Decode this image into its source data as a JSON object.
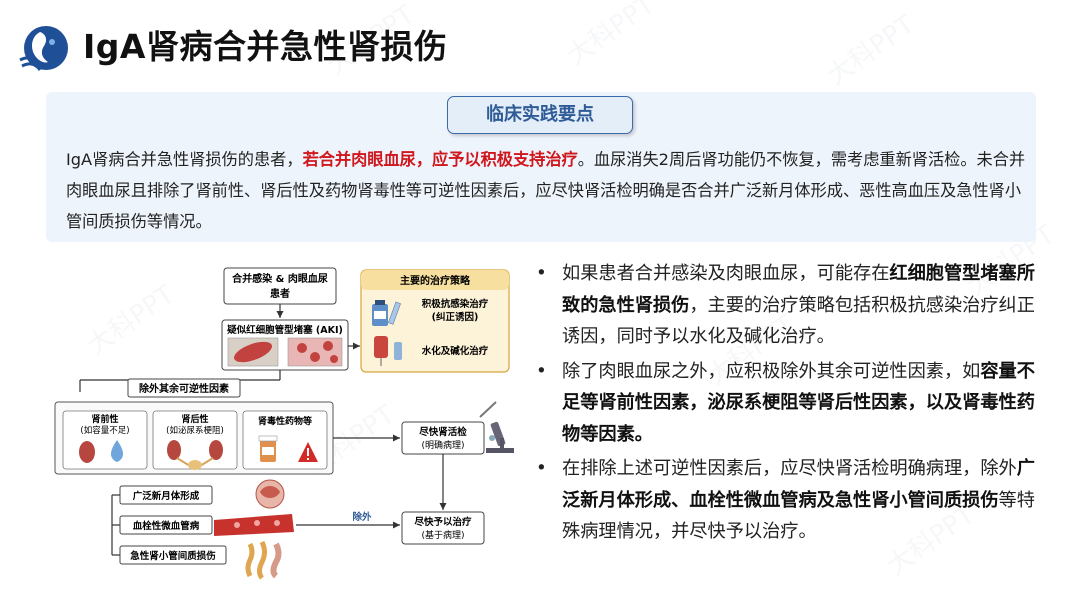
{
  "title": "IgA肾病合并急性肾损伤",
  "panel": {
    "heading": "临床实践要点",
    "text_pre": "IgA肾病合并急性肾损伤的患者，",
    "text_red": "若合并肉眼血尿，应予以积极支持治疗",
    "text_post": "。血尿消失2周后肾功能仍不恢复，需考虑重新肾活检。未合并肉眼血尿且排除了肾前性、肾后性及药物肾毒性等可逆性因素后，应尽快肾活检明确是否合并广泛新月体形成、恶性高血压及急性肾小管间质损伤等情况。"
  },
  "bullets": [
    {
      "pre": "如果患者合并感染及肉眼血尿，可能存在",
      "bold": "红细胞管型堵塞所致的急性肾损伤",
      "post": "，主要的治疗策略包括积极抗感染治疗纠正诱因，同时予以水化及碱化治疗。"
    },
    {
      "pre": "除了肉眼血尿之外，应积极除外其余可逆性因素，如",
      "bold": "容量不足等肾前性因素，泌尿系梗阻等肾后性因素，以及肾毒性药物等因素。",
      "post": ""
    },
    {
      "pre": "在排除上述可逆性因素后，应尽快肾活检明确病理，除外",
      "bold": "广泛新月体形成、血栓性微血管病及急性肾小管间质损伤",
      "post": "等特殊病理情况，并尽快予以治疗。"
    }
  ],
  "diagram": {
    "start_l1": "合并感染 & 肉眼血尿",
    "start_l2": "患者",
    "aki": "疑似红细胞管型堵塞 (AKI)",
    "strategy_title": "主要的治疗策略",
    "strategy1_l1": "积极抗感染治疗",
    "strategy1_l2": "(纠正诱因)",
    "strategy2": "水化及碱化治疗",
    "exclude": "除外其余可逆性因素",
    "prerenal_l1": "肾前性",
    "prerenal_l2": "(如容量不足)",
    "postrenal_l1": "肾后性",
    "postrenal_l2": "(如泌尿系梗阻)",
    "drug": "肾毒性药物等",
    "biopsy_l1": "尽快肾活检",
    "biopsy_l2": "(明确病理)",
    "crescent": "广泛新月体形成",
    "tma": "血栓性微血管病",
    "atin": "急性肾小管间质损伤",
    "exclude2": "除外",
    "treat_l1": "尽快予以治疗",
    "treat_l2": "(基于病理)"
  },
  "colors": {
    "accent": "#2f5c97",
    "red": "#d0171e",
    "panel_bg": "#eef4fb",
    "strategy_bg": "#fdf3d9"
  }
}
